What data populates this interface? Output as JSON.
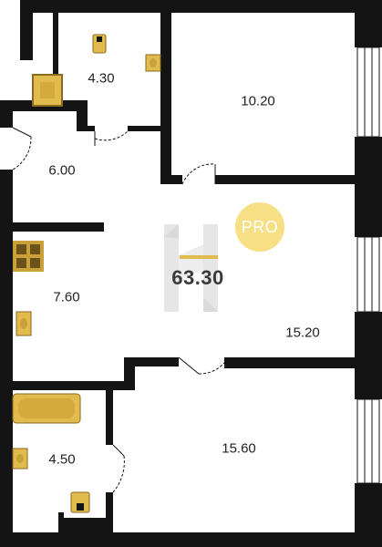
{
  "colors": {
    "wall": "#141414",
    "fixture": "#c9a03a",
    "fixture_fill": "#e2bb4f",
    "badge": "#f7df86",
    "watermark": "#dcdcdc"
  },
  "rooms": [
    {
      "id": "bathroom-top",
      "area": "4.30"
    },
    {
      "id": "bedroom-top",
      "area": "10.20"
    },
    {
      "id": "hallway",
      "area": "6.00"
    },
    {
      "id": "kitchen",
      "area": "7.60"
    },
    {
      "id": "living-room",
      "area": "15.20"
    },
    {
      "id": "bathroom-bottom",
      "area": "4.50"
    },
    {
      "id": "bedroom-bottom",
      "area": "15.60"
    }
  ],
  "total_area": "63.30",
  "badge": {
    "label": "PRO"
  },
  "icons": [
    "toilet-icon",
    "sink-icon",
    "shower-icon",
    "stove-icon",
    "bathtub-icon",
    "door-icon",
    "window-icon"
  ]
}
